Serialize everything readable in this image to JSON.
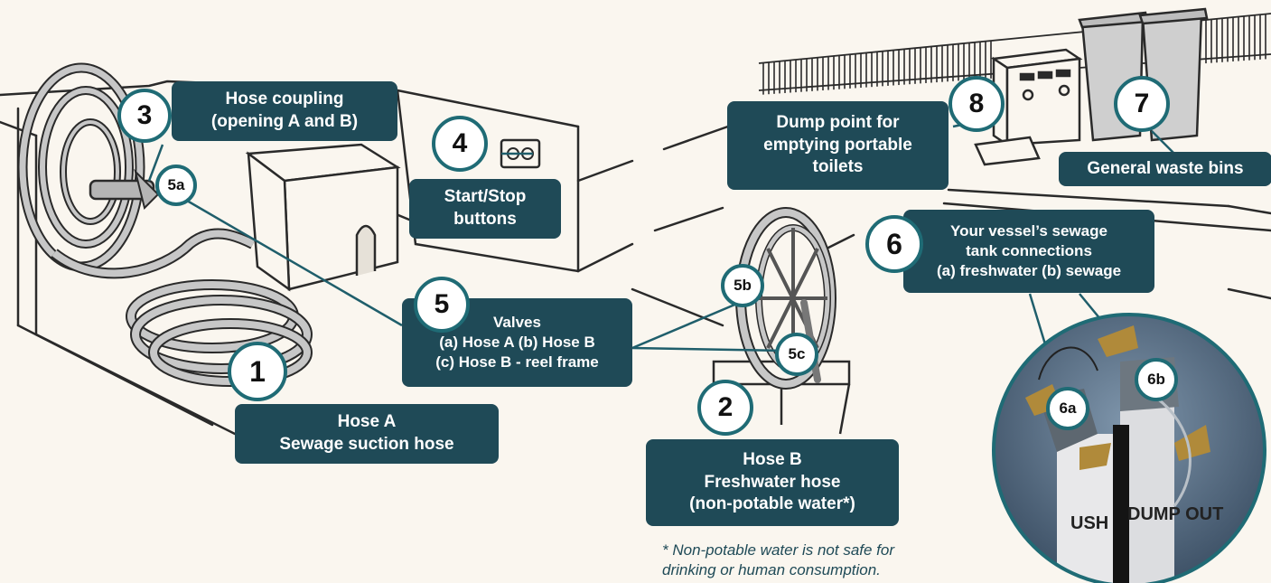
{
  "colors": {
    "background": "#faf6ef",
    "label_fill": "#1f4a57",
    "badge_ring": "#1f6b75",
    "line": "#1f5e6b",
    "sketch": "#2a2a2a"
  },
  "badges": {
    "b1": "1",
    "b2": "2",
    "b3": "3",
    "b4": "4",
    "b5": "5",
    "b5a": "5a",
    "b5b": "5b",
    "b5c": "5c",
    "b6": "6",
    "b6a": "6a",
    "b6b": "6b",
    "b7": "7",
    "b8": "8"
  },
  "labels": {
    "hose_coupling": [
      "Hose coupling",
      "(opening A and B)"
    ],
    "start_stop": [
      "Start/Stop",
      "buttons"
    ],
    "dump_point": [
      "Dump point for",
      "emptying portable",
      "toilets"
    ],
    "waste_bins": [
      "General waste bins"
    ],
    "tank_connections": [
      "Your vessel’s sewage",
      "tank connections",
      "(a) freshwater  (b) sewage"
    ],
    "valves": [
      "Valves",
      "(a) Hose A   (b) Hose B",
      "(c) Hose B - reel frame"
    ],
    "hose_a": [
      "Hose A",
      "Sewage suction hose"
    ],
    "hose_b": [
      "Hose B",
      "Freshwater hose",
      "(non-potable water*)"
    ]
  },
  "photo_text": {
    "pipe_left": "USH",
    "pipe_right": "DUMP OUT"
  },
  "footnote": [
    "* Non-potable water is not safe for",
    "drinking or human consumption."
  ],
  "icons": [
    "hose-reel-icon",
    "pump-box-icon",
    "control-box-icon",
    "dump-station-icon",
    "wheelie-bin-icon",
    "freshwater-reel-icon",
    "tank-pipes-photo"
  ]
}
